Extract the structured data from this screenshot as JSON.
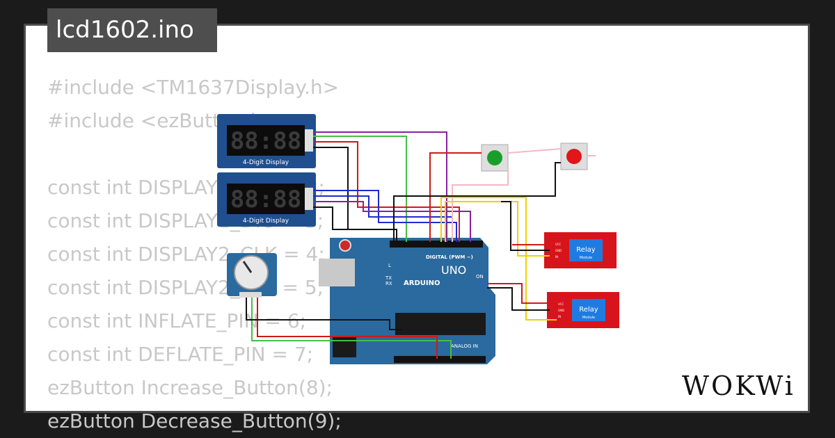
{
  "project": {
    "filename": "lcd1602.ino"
  },
  "code_lines": [
    "#include <TM1637Display.h>",
    "#include <ezButton.h>",
    "",
    "const int DISPLAY1_CLK = 2;",
    "const int DISPLAY1_DIO = 3;",
    "const int DISPLAY2_CLK = 4;",
    "const int DISPLAY2_DIO = 5;",
    "const int INFLATE_PIN = 6;",
    "const int DEFLATE_PIN = 7;",
    "ezButton Increase_Button(8);",
    "ezButton Decrease_Button(9);"
  ],
  "components": {
    "display_label": "4-Digit Display",
    "display_digits": "88:88",
    "relay_label": "Relay",
    "relay_sublabel": "Module",
    "relay_pins": [
      "VCC",
      "GND",
      "IN"
    ],
    "arduino_brand": "ARDUINO",
    "arduino_model": "UNO",
    "arduino_digital": "DIGITAL (PWM ~)",
    "arduino_analog": "ANALOG IN",
    "arduino_on": "ON",
    "arduino_tx": "TX",
    "arduino_rx": "RX",
    "arduino_l": "L"
  },
  "brand": {
    "logo_text": "WOKWi"
  },
  "colors": {
    "display_body": "#1f4f8f",
    "arduino_body": "#2a6a9e",
    "relay_body": "#d7141b",
    "relay_label_bg": "#1f7be0",
    "button_green": "#1a9e2a",
    "button_red": "#e0161b"
  }
}
